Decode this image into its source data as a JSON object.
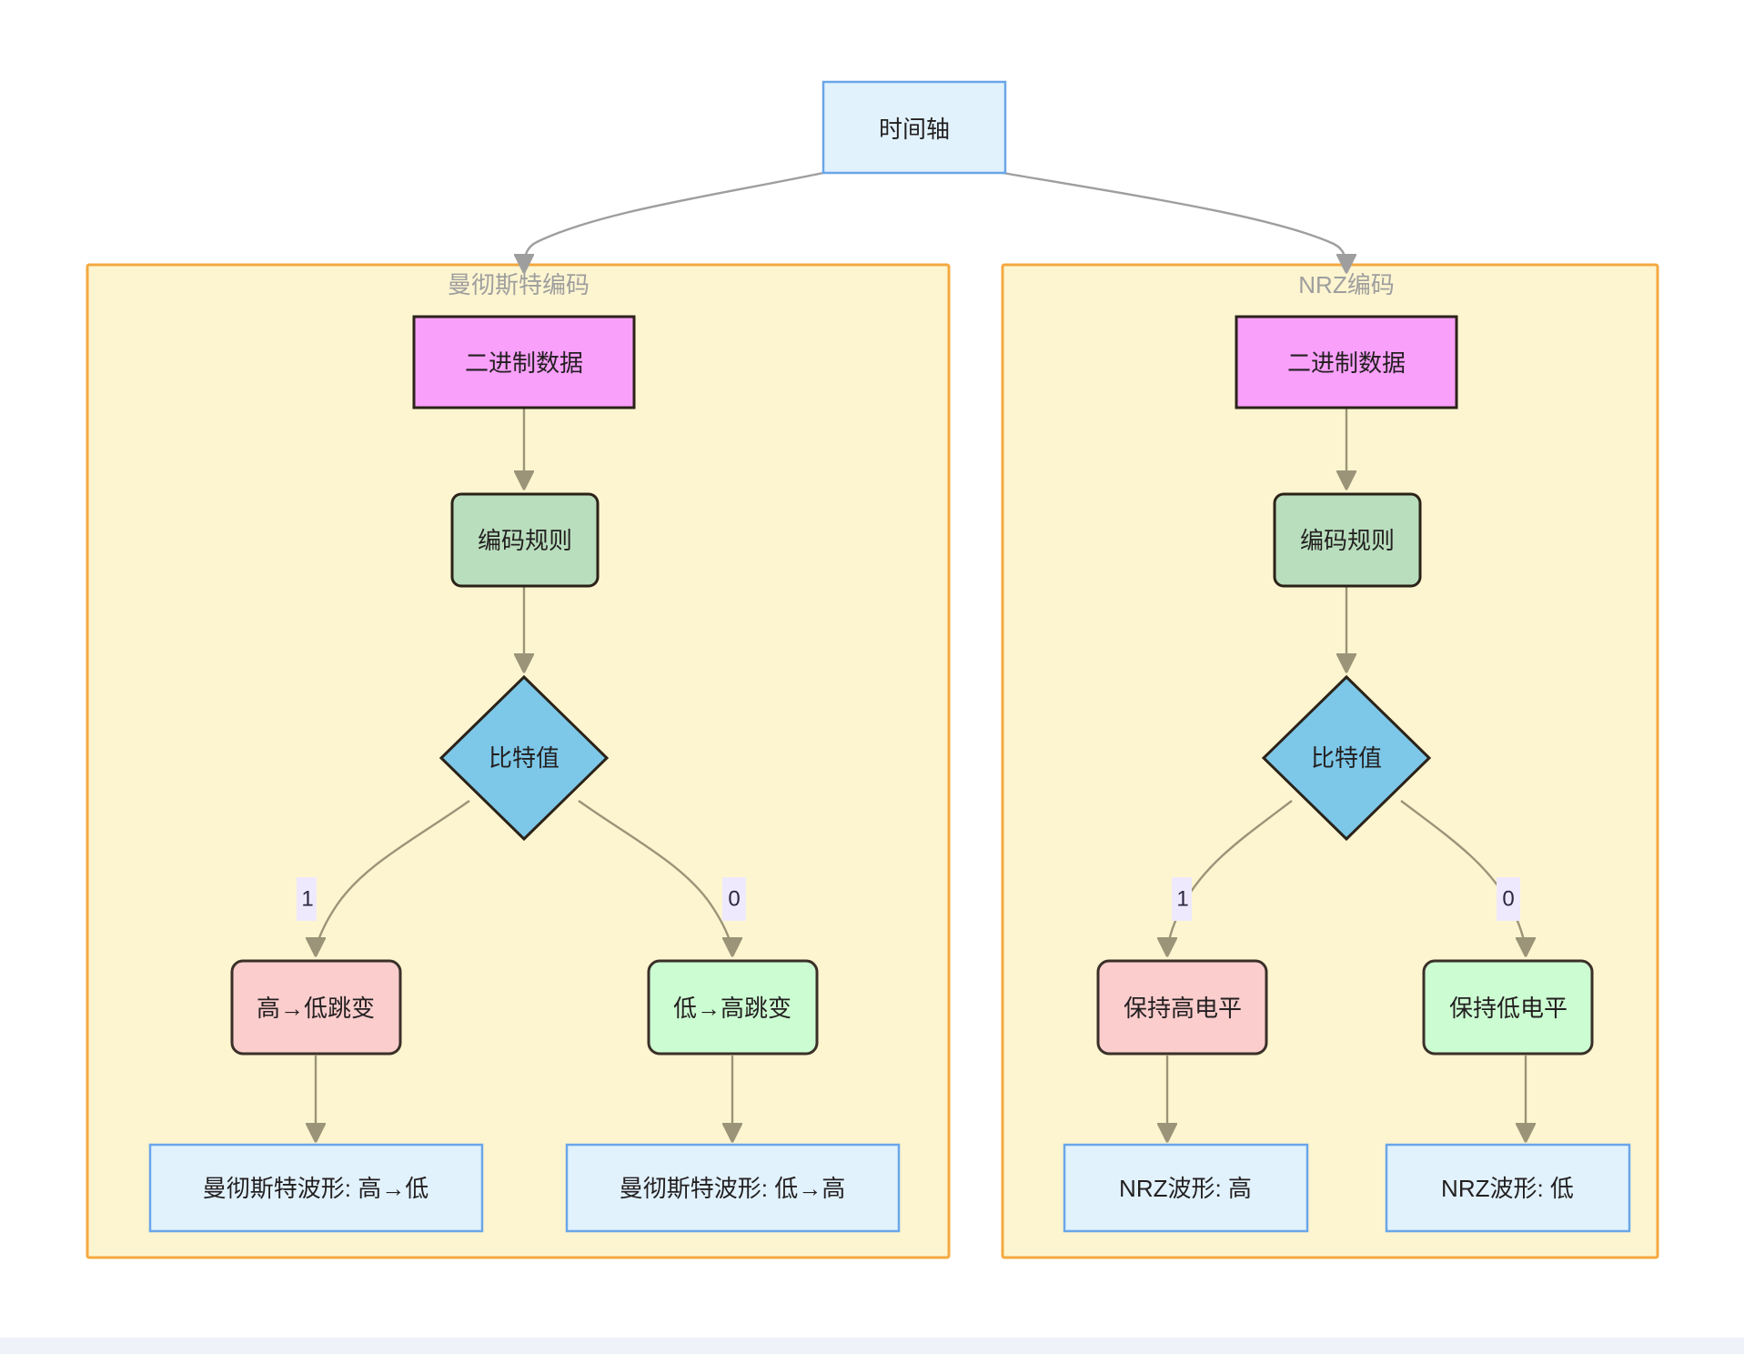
{
  "diagram": {
    "type": "flowchart",
    "root": {
      "id": "timeline",
      "label": "时间轴",
      "shape": "rect",
      "fill": "#e1f2fd",
      "stroke": "#6aa6e8"
    },
    "clusters": [
      {
        "id": "manchester",
        "label": "曼彻斯特编码",
        "fill": "#fdf5d0",
        "stroke": "#f5a93f",
        "nodes": [
          {
            "id": "m-data",
            "label": "二进制数据",
            "shape": "rect",
            "fill": "#f9a0fb",
            "stroke": "#2b2218"
          },
          {
            "id": "m-rule",
            "label": "编码规则",
            "shape": "round-rect",
            "fill": "#b9debd",
            "stroke": "#2b2218"
          },
          {
            "id": "m-bit",
            "label": "比特值",
            "shape": "diamond",
            "fill": "#7dc8e8",
            "stroke": "#2b2218"
          },
          {
            "id": "m-high-low",
            "label": "高→低跳变",
            "shape": "round-rect",
            "fill": "#fbcdcd",
            "stroke": "#3a3028"
          },
          {
            "id": "m-low-high",
            "label": "低→高跳变",
            "shape": "round-rect",
            "fill": "#ccfdd2",
            "stroke": "#3a3028"
          },
          {
            "id": "m-wave-hl",
            "label": "曼彻斯特波形: 高→低",
            "shape": "rect",
            "fill": "#e1f2fd",
            "stroke": "#6aa6e8"
          },
          {
            "id": "m-wave-lh",
            "label": "曼彻斯特波形: 低→高",
            "shape": "rect",
            "fill": "#e1f2fd",
            "stroke": "#6aa6e8"
          }
        ],
        "edge_labels": {
          "one": "1",
          "zero": "0"
        }
      },
      {
        "id": "nrz",
        "label": "NRZ编码",
        "fill": "#fdf5d0",
        "stroke": "#f5a93f",
        "nodes": [
          {
            "id": "n-data",
            "label": "二进制数据",
            "shape": "rect",
            "fill": "#f9a0fb",
            "stroke": "#2b2218"
          },
          {
            "id": "n-rule",
            "label": "编码规则",
            "shape": "round-rect",
            "fill": "#b9debd",
            "stroke": "#2b2218"
          },
          {
            "id": "n-bit",
            "label": "比特值",
            "shape": "diamond",
            "fill": "#7dc8e8",
            "stroke": "#2b2218"
          },
          {
            "id": "n-keep-high",
            "label": "保持高电平",
            "shape": "round-rect",
            "fill": "#fbcdcd",
            "stroke": "#3a3028"
          },
          {
            "id": "n-keep-low",
            "label": "保持低电平",
            "shape": "round-rect",
            "fill": "#ccfdd2",
            "stroke": "#3a3028"
          },
          {
            "id": "n-wave-high",
            "label": "NRZ波形: 高",
            "shape": "rect",
            "fill": "#e1f2fd",
            "stroke": "#6aa6e8"
          },
          {
            "id": "n-wave-low",
            "label": "NRZ波形: 低",
            "shape": "rect",
            "fill": "#e1f2fd",
            "stroke": "#6aa6e8"
          }
        ],
        "edge_labels": {
          "one": "1",
          "zero": "0"
        }
      }
    ],
    "colors": {
      "page_background": "#ffffff",
      "footer_strip": "#eff2f9",
      "edge_stroke": "#9b9478",
      "edge_stroke_top": "#9e9e9e",
      "edge_label_background": "#efe9fd",
      "cluster_label_text": "#9e9e9e",
      "node_label_text": "#231f20"
    }
  }
}
